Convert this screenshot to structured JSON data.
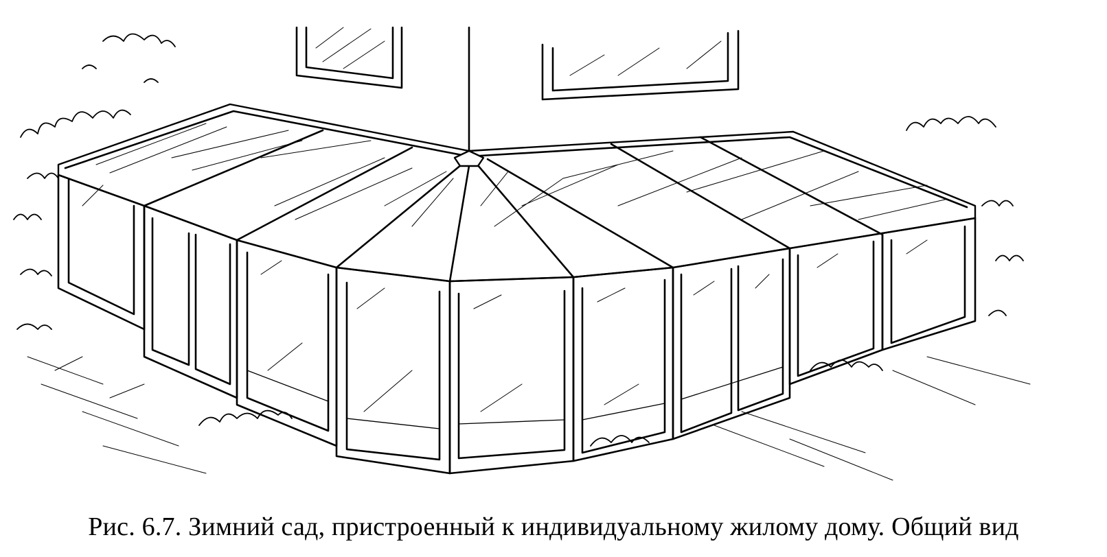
{
  "caption": {
    "text": "Рис. 6.7. Зимний сад, пристроенный к индивидуальному жилому дому. Общий вид"
  },
  "figure": {
    "style": "line-drawing",
    "ink_color": "#000000",
    "paper_color": "#ffffff",
    "subject_icon": "conservatory-illustration"
  }
}
